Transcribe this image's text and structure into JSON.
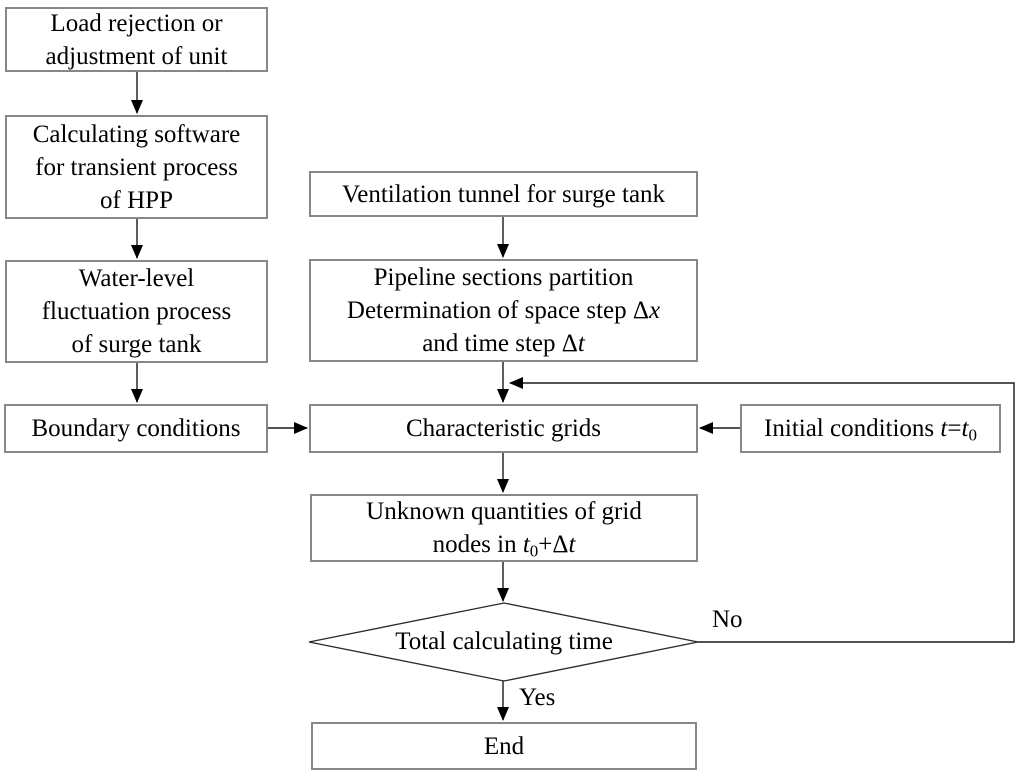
{
  "nodes": {
    "load_rejection": {
      "lines": [
        "Load rejection or",
        "adjustment of unit"
      ]
    },
    "calc_software": {
      "lines": [
        "Calculating software",
        "for transient process",
        "of HPP"
      ]
    },
    "water_level": {
      "lines": [
        "Water-level",
        "fluctuation process",
        "of surge tank"
      ]
    },
    "boundary": {
      "label": "Boundary conditions"
    },
    "ventilation": {
      "label": "Ventilation tunnel for surge tank"
    },
    "pipeline": {
      "line1": "Pipeline sections partition",
      "line2_text": "Determination of space step ",
      "line2_delta": "Δ",
      "line2_var": "x",
      "line3_text": "and time step ",
      "line3_delta": "Δ",
      "line3_var": "t"
    },
    "char_grids": {
      "label": "Characteristic grids"
    },
    "initial": {
      "text": "Initial conditions ",
      "var_t1": "t",
      "equals": "=",
      "var_t2": "t",
      "subscript": "0"
    },
    "unknown": {
      "line1": "Unknown quantities of grid",
      "line2_text": "nodes in ",
      "var_t1": "t",
      "subscript": "0",
      "plus": "+",
      "delta": "Δ",
      "var_t2": "t"
    },
    "decision": {
      "label": "Total calculating time"
    },
    "end": {
      "label": "End"
    }
  },
  "edge_labels": {
    "yes": "Yes",
    "no": "No"
  },
  "colors": {
    "background": "#ffffff",
    "box_border": "#878787",
    "connector": "#1a1a1a",
    "arrow_fill": "#000000",
    "text": "#000000"
  }
}
